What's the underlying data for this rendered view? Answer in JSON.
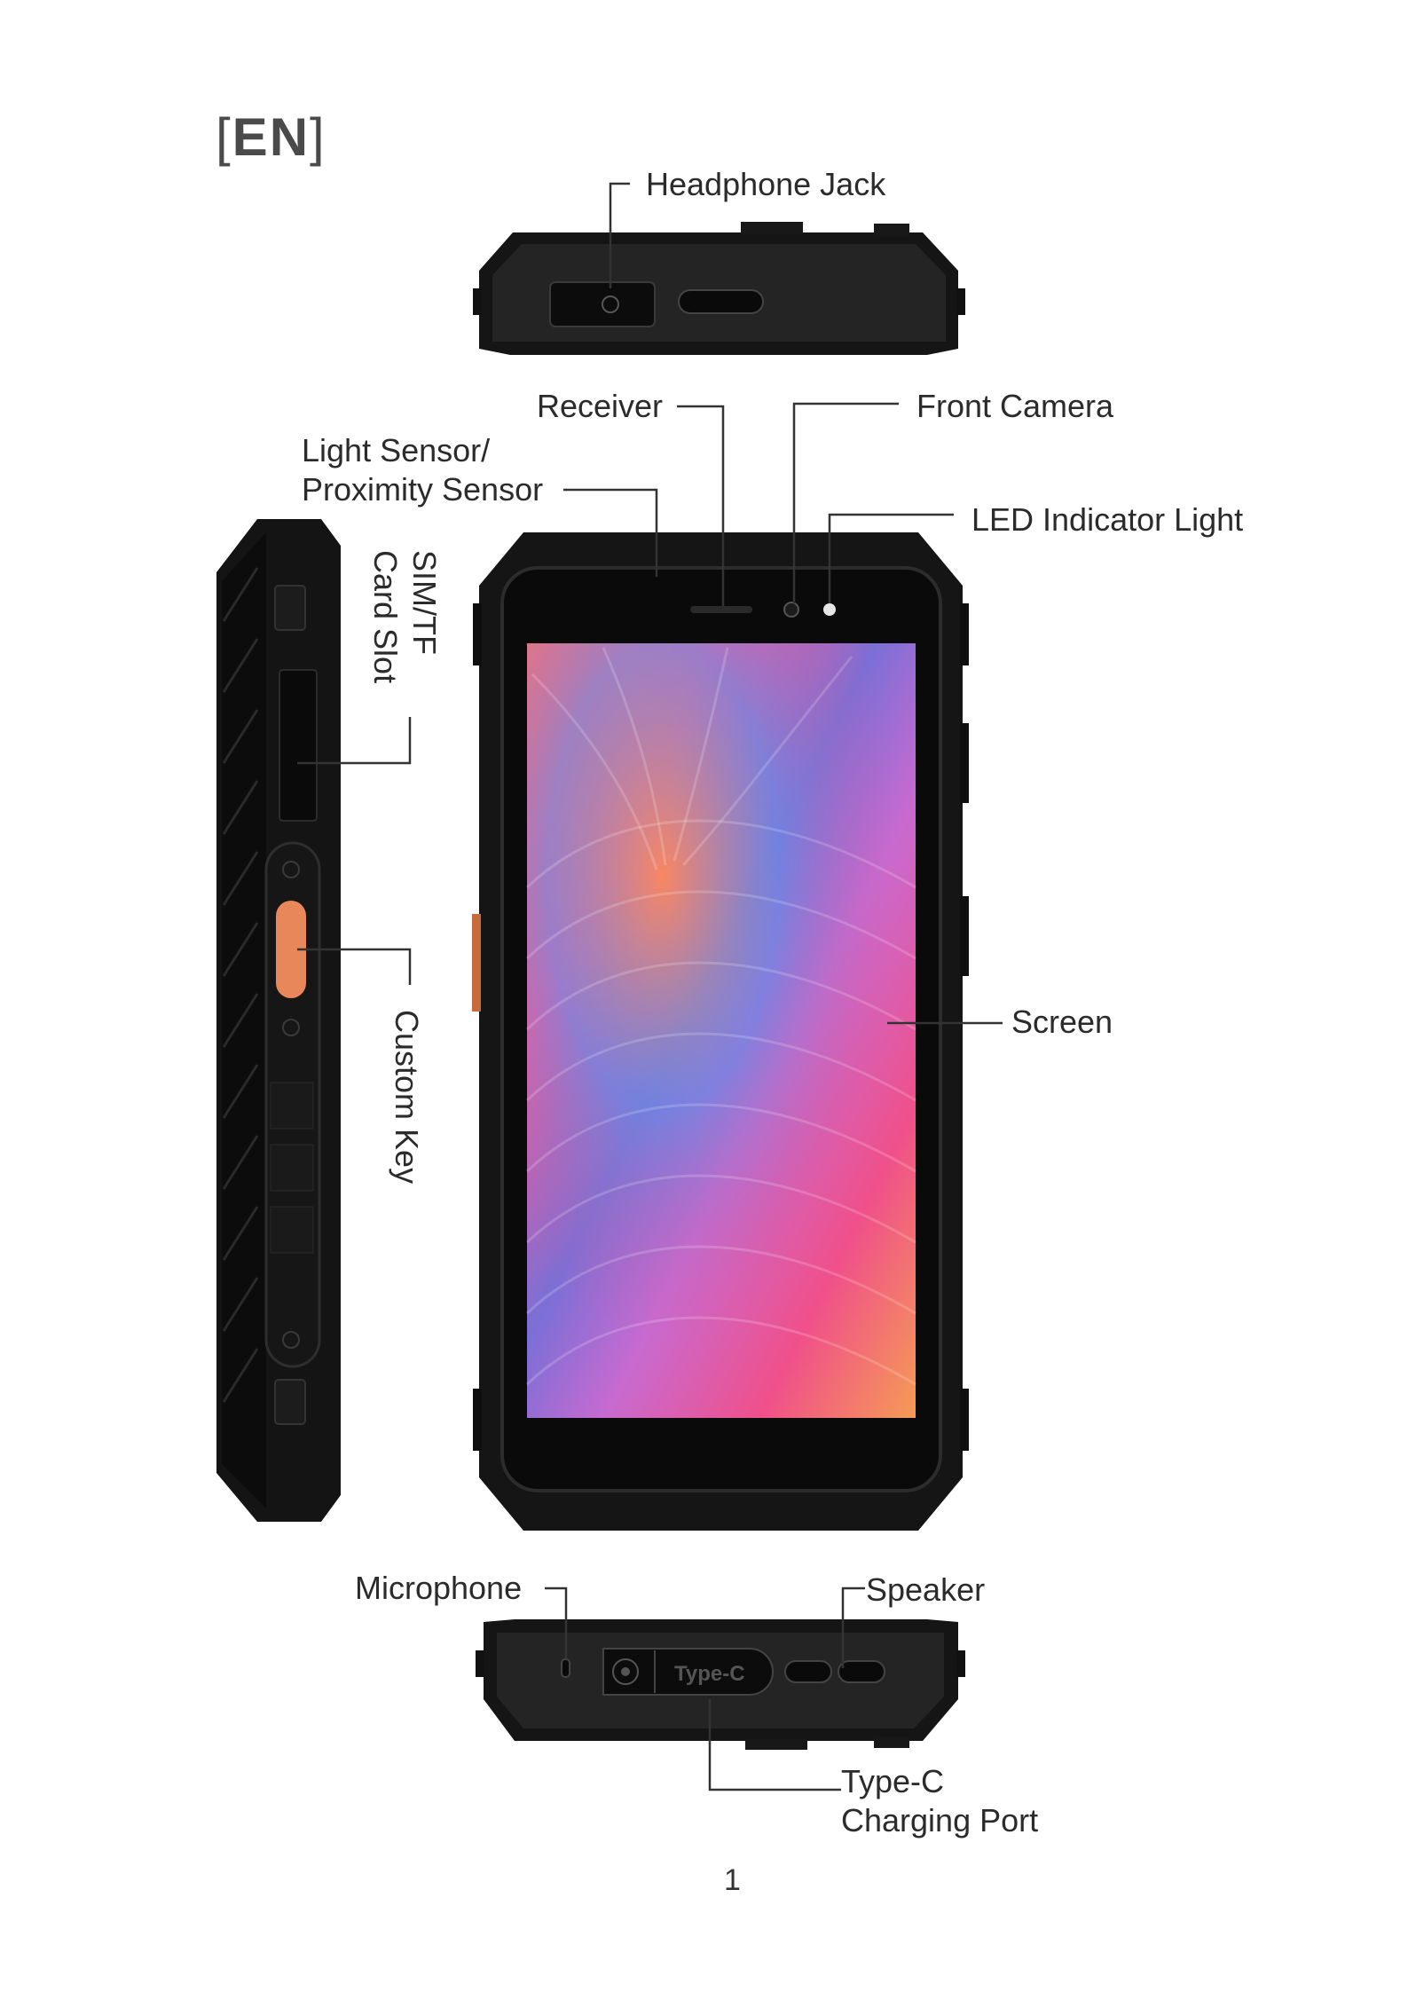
{
  "lang_tag": {
    "open": "[",
    "code": "EN",
    "close": "]"
  },
  "labels": {
    "headphone_jack": "Headphone Jack",
    "receiver": "Receiver",
    "front_camera": "Front Camera",
    "light_sensor_line1": "Light Sensor/",
    "light_sensor_line2": "Proximity Sensor",
    "led_indicator": "LED Indicator Light",
    "sim_line1": "SIM/TF",
    "sim_line2": "Card Slot",
    "custom_key": "Custom Key",
    "screen": "Screen",
    "microphone": "Microphone",
    "speaker": "Speaker",
    "type_c_line1": "Type-C",
    "type_c_line2": "Charging Port",
    "port_marking": "Type-C"
  },
  "page_number": "1",
  "colors": {
    "body": "#141414",
    "bezel": "#0b0b0b",
    "accent_key": "#e8875a",
    "leader": "#333333"
  }
}
